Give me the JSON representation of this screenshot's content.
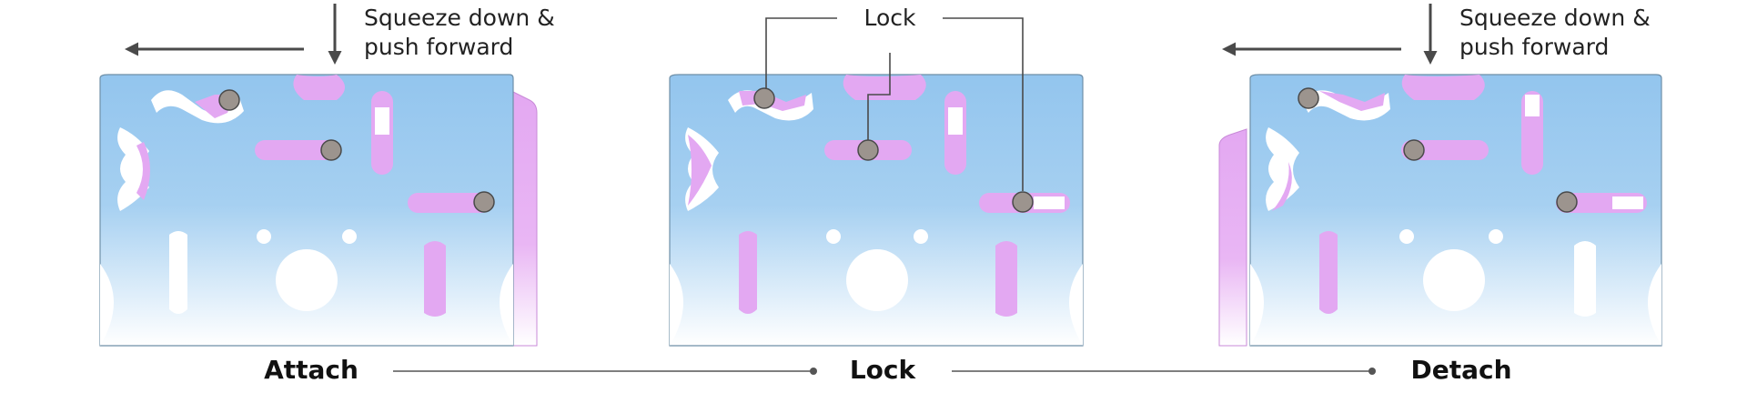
{
  "figure": {
    "panels": [
      {
        "caption": "Attach",
        "annotation_line1": "Squeeze down &",
        "annotation_line2": "push forward"
      },
      {
        "caption": "Lock",
        "annotation_line1": "Lock",
        "annotation_line2": ""
      },
      {
        "caption": "Detach",
        "annotation_line1": "Squeeze down &",
        "annotation_line2": "push forward"
      }
    ]
  },
  "colors": {
    "plate_top": "#93c5ee",
    "plate_bottom": "#ffffff",
    "plate_edge": "#6e8fa8",
    "slot_pink": "#e3a8f2",
    "arrow": "#4a4a4a",
    "screw": "#9c948e"
  }
}
